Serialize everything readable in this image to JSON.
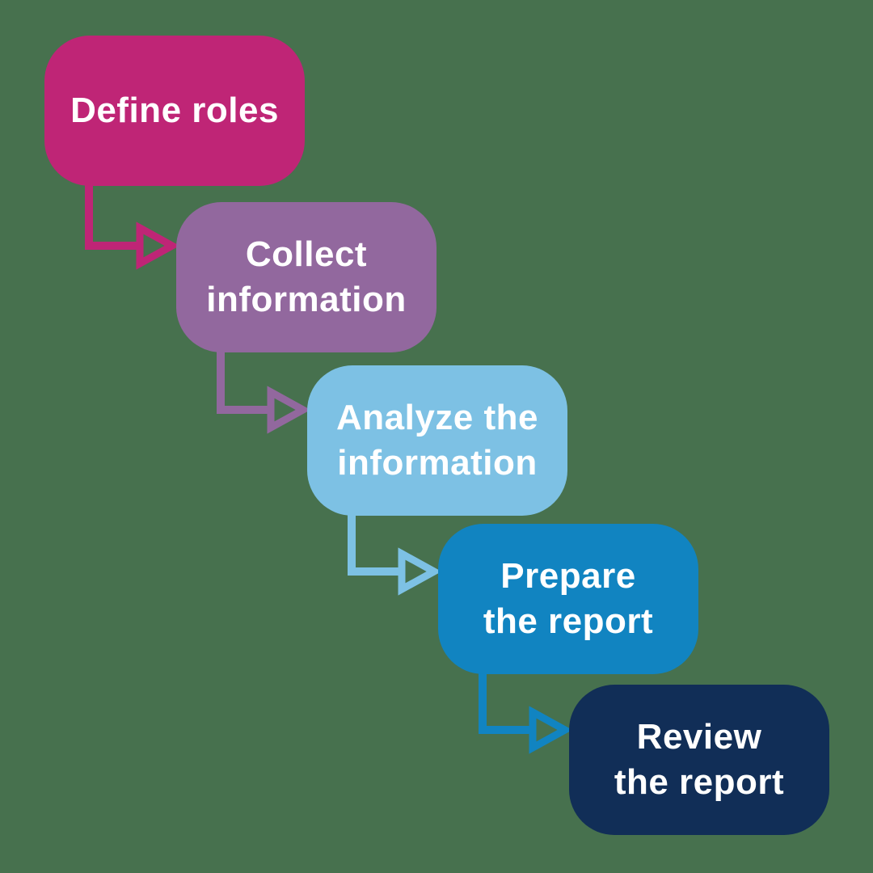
{
  "diagram": {
    "background_color": "#47714E",
    "text_color": "#FFFFFF",
    "steps": [
      {
        "id": 1,
        "label": "Define roles",
        "color": "#BF2576"
      },
      {
        "id": 2,
        "label": "Collect\ninformation",
        "color": "#92689E"
      },
      {
        "id": 3,
        "label": "Analyze the\ninformation",
        "color": "#7DC1E4"
      },
      {
        "id": 4,
        "label": "Prepare\nthe report",
        "color": "#1184C1"
      },
      {
        "id": 5,
        "label": "Review\nthe report",
        "color": "#112E57"
      }
    ],
    "arrows": [
      {
        "from": "Define roles",
        "to": "Collect information",
        "color": "#BF2576"
      },
      {
        "from": "Collect information",
        "to": "Analyze the information",
        "color": "#92689E"
      },
      {
        "from": "Analyze the information",
        "to": "Prepare the report",
        "color": "#7DC1E4"
      },
      {
        "from": "Prepare the report",
        "to": "Review the report",
        "color": "#1184C1"
      }
    ]
  }
}
